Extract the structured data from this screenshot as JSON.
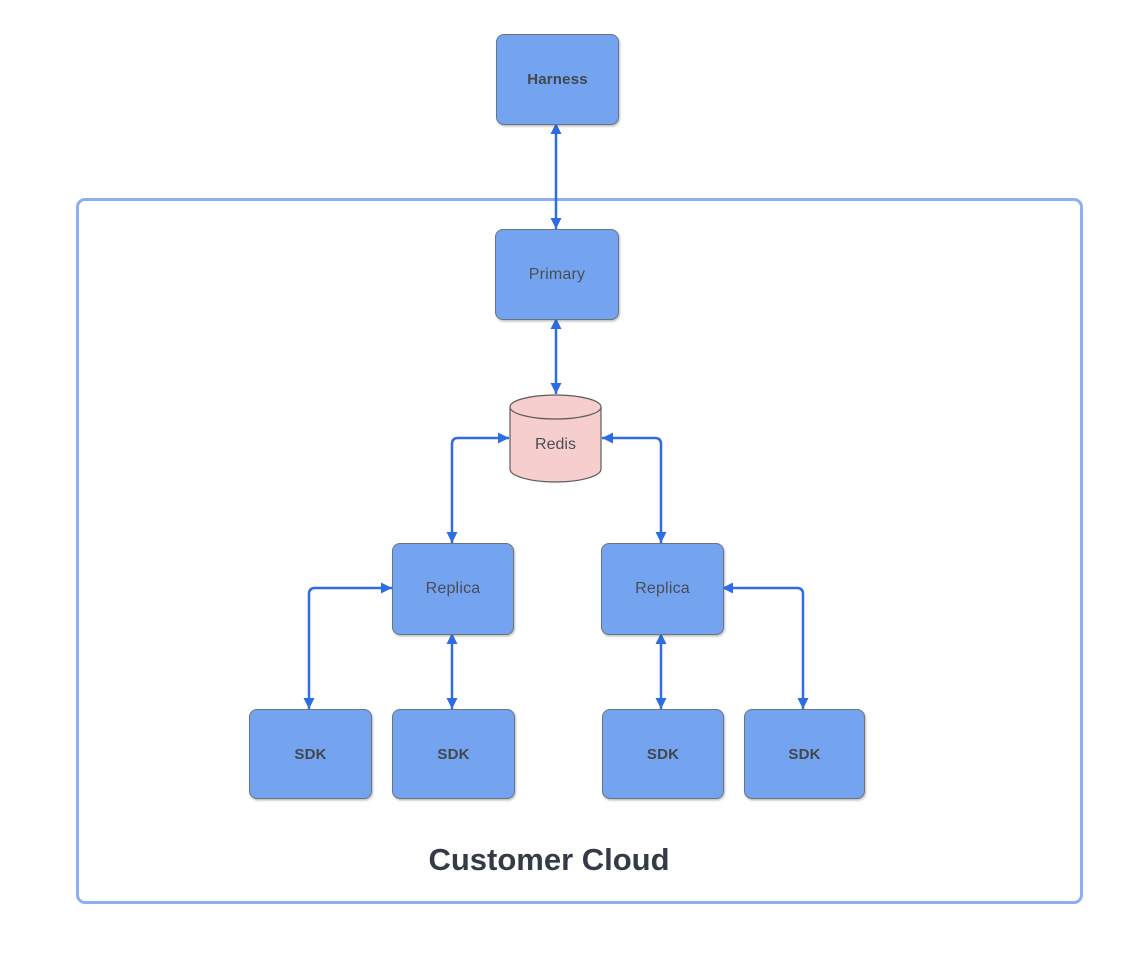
{
  "diagram": {
    "container": {
      "label": "Customer Cloud"
    },
    "nodes": {
      "harness": {
        "label": "Harness",
        "shape": "rectangle",
        "location": "outside container"
      },
      "primary": {
        "label": "Primary",
        "shape": "rectangle",
        "location": "inside container"
      },
      "redis": {
        "label": "Redis",
        "shape": "cylinder",
        "location": "inside container"
      },
      "replica_left": {
        "label": "Replica",
        "shape": "rectangle",
        "location": "inside container"
      },
      "replica_right": {
        "label": "Replica",
        "shape": "rectangle",
        "location": "inside container"
      },
      "sdk1": {
        "label": "SDK",
        "shape": "rectangle",
        "location": "inside container"
      },
      "sdk2": {
        "label": "SDK",
        "shape": "rectangle",
        "location": "inside container"
      },
      "sdk3": {
        "label": "SDK",
        "shape": "rectangle",
        "location": "inside container"
      },
      "sdk4": {
        "label": "SDK",
        "shape": "rectangle",
        "location": "inside container"
      }
    },
    "edges": [
      {
        "from": "harness",
        "to": "primary",
        "bidirectional": true,
        "style": "straight-vertical"
      },
      {
        "from": "primary",
        "to": "redis",
        "bidirectional": true,
        "style": "straight-vertical"
      },
      {
        "from": "redis",
        "to": "replica_left",
        "bidirectional": true,
        "style": "elbow-left"
      },
      {
        "from": "redis",
        "to": "replica_right",
        "bidirectional": true,
        "style": "elbow-right"
      },
      {
        "from": "replica_left",
        "to": "sdk1",
        "bidirectional": true,
        "style": "elbow-left"
      },
      {
        "from": "replica_left",
        "to": "sdk2",
        "bidirectional": true,
        "style": "straight-vertical"
      },
      {
        "from": "replica_right",
        "to": "sdk3",
        "bidirectional": true,
        "style": "straight-vertical"
      },
      {
        "from": "replica_right",
        "to": "sdk4",
        "bidirectional": true,
        "style": "elbow-right"
      }
    ],
    "colors": {
      "node_fill": "#74a3f0",
      "node_border": "#6b7380",
      "redis_fill": "#f6cecd",
      "redis_border": "#5c5c5c",
      "arrow": "#2e6ce4",
      "container_border": "#8aaff2",
      "label_text": "#4a4e54",
      "label_text_bold": "#43474d",
      "title_text": "#343b46",
      "background": "#ffffff"
    }
  }
}
